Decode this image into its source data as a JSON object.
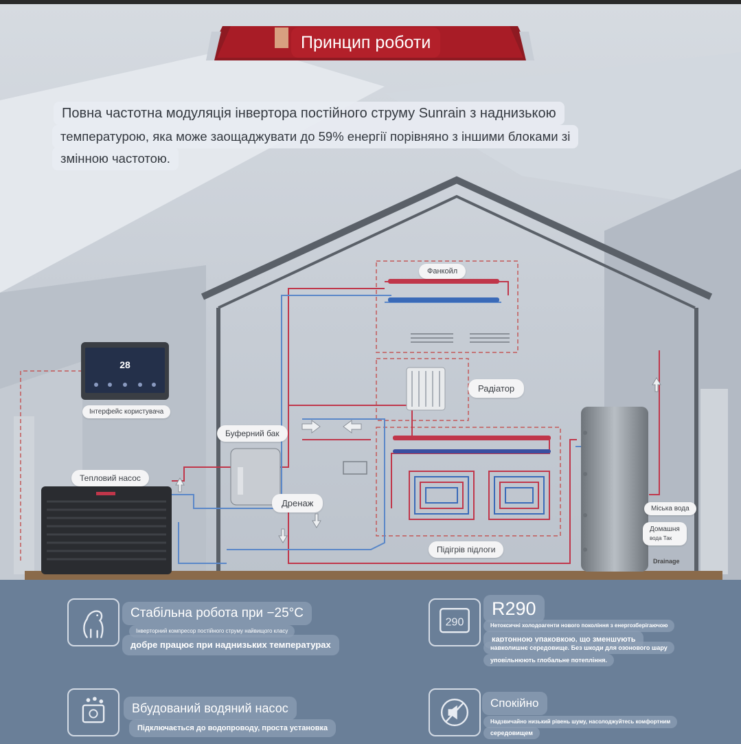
{
  "header": {
    "title": "Принцип роботи"
  },
  "description": {
    "line1": "Повна частотна модуляція інвертора постійного струму Sunrain з наднизькою",
    "line2": "температурою, яка може заощаджувати до 59% енергії порівняно з іншими блоками зі",
    "line3": "змінною частотою."
  },
  "diagram": {
    "fancoil": "Фанкойл",
    "radiator": "Радіатор",
    "user_interface": "Інтерфейс користувача",
    "buffer_tank": "Буферний бак",
    "heat_pump": "Тепловий насос",
    "drain": "Дренаж",
    "floor_heating": "Підігрів підлоги",
    "city_water": "Міська вода",
    "home_water_1": "Домашня",
    "home_water_2": "вода Так",
    "drainage_en": "Drainage",
    "screen_temp": "28"
  },
  "features": {
    "stable": {
      "title": "Стабільна робота при −25°C",
      "sub": "Інверторний компресор постійного струму найвищого класу",
      "desc": "добре працює при наднизьких температурах"
    },
    "r290": {
      "badge": "R290",
      "icon_text": "290",
      "line1": "Нетоксичні холодоагенти нового покоління з енергозберігаючою",
      "line2": "картонною упаковкою, що зменшують",
      "line3": "навколишнє середовище. Без шкоди для озонового шару",
      "line4": "уповільнюють глобальне потепління."
    },
    "pump": {
      "title": "Вбудований водяний насос",
      "desc": "Підключається до водопроводу, проста установка"
    },
    "quiet": {
      "title": "Спокійно",
      "line1": "Надзвичайно низький рівень шуму, насолоджуйтесь комфортним",
      "line2": "середовищем"
    }
  },
  "colors": {
    "accent_red": "#b3202a",
    "bottom_panel": "#6a7f98",
    "pipe_red": "#c0364a",
    "pipe_blue": "#3a6ab8"
  }
}
